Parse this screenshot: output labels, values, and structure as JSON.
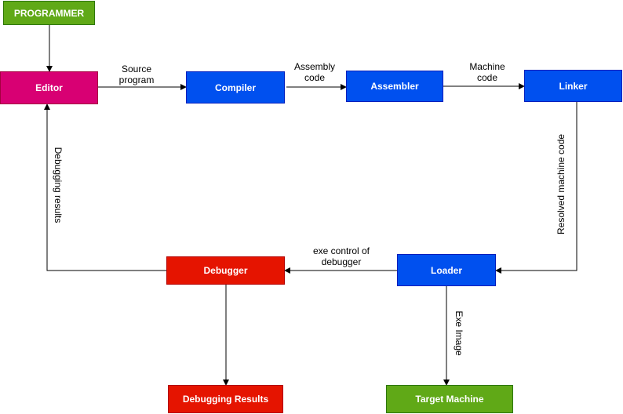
{
  "nodes": {
    "programmer": "PROGRAMMER",
    "editor": "Editor",
    "compiler": "Compiler",
    "assembler": "Assembler",
    "linker": "Linker",
    "loader": "Loader",
    "debugger": "Debugger",
    "debugging_results": "Debugging Results",
    "target_machine": "Target Machine"
  },
  "edges": {
    "editor_to_compiler": "Source\nprogram",
    "compiler_to_assembler": "Assembly\ncode",
    "assembler_to_linker": "Machine\ncode",
    "linker_to_loader": "Resolved machine code",
    "loader_to_debugger": "exe control of\ndebugger",
    "loader_to_target": "Exe Image",
    "debugger_to_editor": "Debugging results"
  },
  "colors": {
    "green": "#60a917",
    "pink": "#d80073",
    "blue": "#0050ef",
    "red": "#e51400"
  }
}
